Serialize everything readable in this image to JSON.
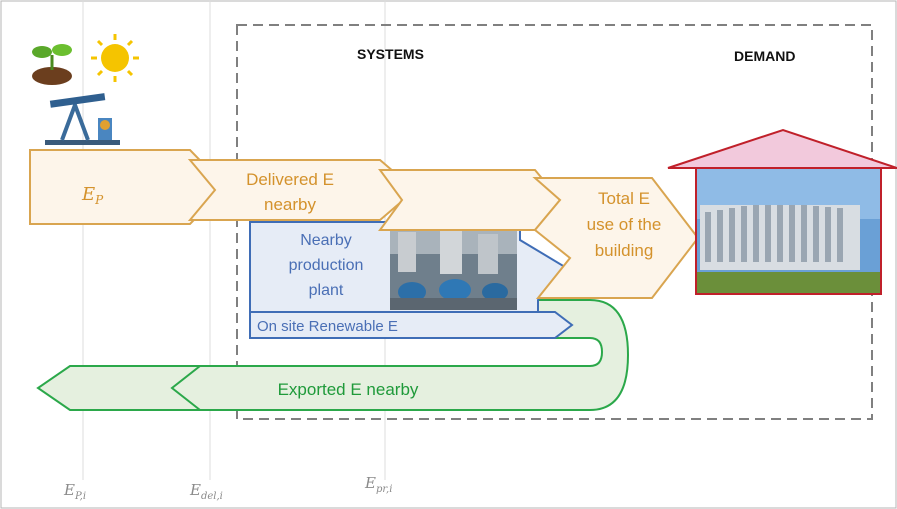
{
  "headers": {
    "systems": "SYSTEMS",
    "demand": "DEMAND"
  },
  "flows": {
    "ep_main": "E",
    "ep_main_sub": "P",
    "delivered_line1": "Delivered E",
    "delivered_line2": "nearby",
    "total_line1": "Total E",
    "total_line2": "use of the",
    "total_line3": "building",
    "nearby_line1": "Nearby",
    "nearby_line2": "production",
    "nearby_line3": "plant",
    "onsite": "On site Renewable E",
    "exported": "Exported E nearby"
  },
  "axis_symbols": {
    "ep_i": "E",
    "ep_i_sub": "P,i",
    "edel_i": "E",
    "edel_i_sub": "del,i",
    "epr_i": "E",
    "epr_i_sub": "pr,i"
  },
  "icons": [
    "plant-sprout-icon",
    "sun-icon",
    "oil-pump-icon",
    "factory-machinery-photo",
    "building-photo"
  ],
  "colors": {
    "orange_stroke": "#d9a550",
    "orange_fill": "#fdf5ea",
    "orange_text": "#d4922c",
    "blue_stroke": "#3f6db6",
    "blue_fill": "#e6ecf6",
    "blue_text": "#4a6fb5",
    "green_stroke": "#2ba84a",
    "green_fill": "#e5f0df",
    "green_text": "#1f9a3a",
    "red_roof": "#c0202a",
    "roof_fill": "#f2c9dc"
  }
}
